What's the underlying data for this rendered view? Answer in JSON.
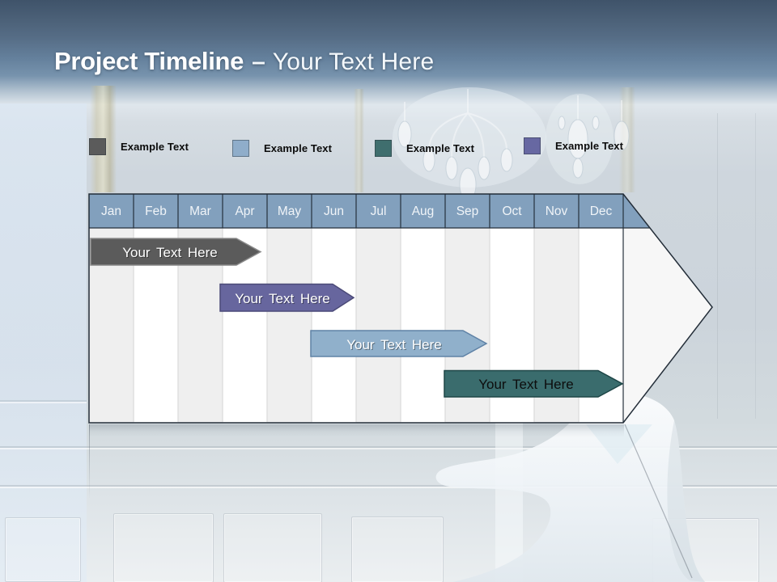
{
  "slide": {
    "title": {
      "primary": "Project Timeline",
      "separator": "–",
      "secondary": "Your Text Here"
    },
    "legend": [
      {
        "label": "Example Text",
        "color": "#5b5b5b"
      },
      {
        "label": "Example Text",
        "color": "#8fadca"
      },
      {
        "label": "Example Text",
        "color": "#3f6e6e"
      },
      {
        "label": "Example Text",
        "color": "#6768a2"
      }
    ],
    "timeline": {
      "months": [
        "Jan",
        "Feb",
        "Mar",
        "Apr",
        "May",
        "Jun",
        "Jul",
        "Aug",
        "Sep",
        "Oct",
        "Nov",
        "Dec"
      ],
      "header_fill": "#82a0bd",
      "stripe_colors": {
        "odd": "#efefef",
        "even": "#ffffff"
      },
      "bars": [
        {
          "label": "Your Text Here",
          "start_month": "Jan",
          "end_month": "Mar",
          "fill": "#5b5b5b",
          "stroke": "#8a8a8a",
          "text_color": "#ffffff"
        },
        {
          "label": "Your Text Here",
          "start_month": "Apr",
          "end_month": "Jun",
          "fill": "#67669e",
          "stroke": "#4b4a78",
          "text_color": "#ffffff"
        },
        {
          "label": "Your Text Here",
          "start_month": "Jun",
          "end_month": "Sep",
          "fill": "#90b0cb",
          "stroke": "#5f82a6",
          "text_color": "#ffffff"
        },
        {
          "label": "Your Text Here",
          "start_month": "Sep",
          "end_month": "Dec",
          "fill": "#3a6c6d",
          "stroke": "#1e4647",
          "text_color": "#0d0d0d"
        }
      ]
    }
  }
}
